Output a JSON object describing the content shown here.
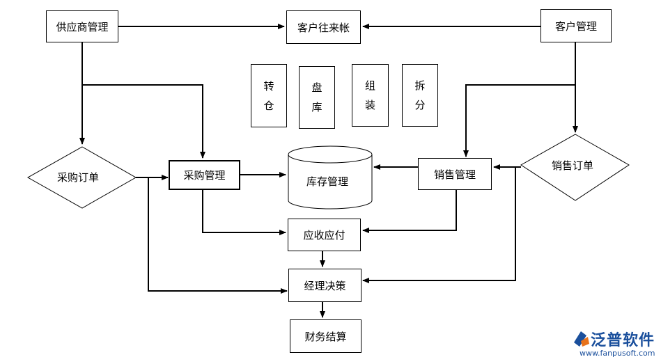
{
  "nodes": {
    "supplier_mgmt": "供应商管理",
    "customer_ledger": "客户往来帐",
    "customer_mgmt": "客户管理",
    "transfer": [
      "转",
      "仓"
    ],
    "stocktake": [
      "盘",
      "库"
    ],
    "assemble": [
      "组",
      "装"
    ],
    "split": [
      "拆",
      "分"
    ],
    "purchase_order": "采购订单",
    "purchase_mgmt": "采购管理",
    "inventory_mgmt": "库存管理",
    "sales_mgmt": "销售管理",
    "sales_order": "销售订单",
    "receivable_payable": "应收应付",
    "manager_decision": "经理决策",
    "financial_settlement": "财务结算"
  },
  "logo": {
    "brand": "泛普软件",
    "url": "www.fanpusoft.com",
    "colors": {
      "blue": "#1a4f9c",
      "orange": "#e8731c"
    }
  }
}
